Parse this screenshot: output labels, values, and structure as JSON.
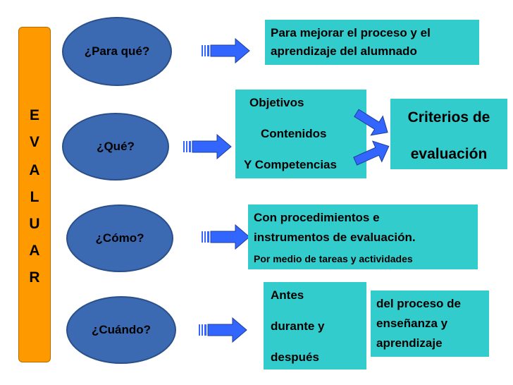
{
  "side": {
    "letters": [
      "E",
      "V",
      "A",
      "L",
      "U",
      "A",
      "R"
    ]
  },
  "questions": {
    "para_que": "¿Para qué?",
    "que": "¿Qué?",
    "como": "¿Cómo?",
    "cuando": "¿Cuándo?"
  },
  "answers": {
    "para_que": [
      "Para mejorar el proceso y el",
      "aprendizaje del alumnado"
    ],
    "que": [
      "Objetivos",
      "Contenidos",
      "Y Competencias"
    ],
    "criterios": [
      "Criterios de",
      "evaluación"
    ],
    "como": [
      "Con procedimientos e",
      "instrumentos de evaluación.",
      "Por medio de tareas y actividades"
    ],
    "cuando": [
      "Antes",
      "durante y",
      "después"
    ],
    "cuando_extra": [
      "del proceso de",
      "enseñanza  y",
      "aprendizaje"
    ]
  },
  "colors": {
    "side_bar": "#ff9900",
    "ellipse": "#3c6ab2",
    "box": "#33cccc",
    "arrow": "#3366ff"
  }
}
